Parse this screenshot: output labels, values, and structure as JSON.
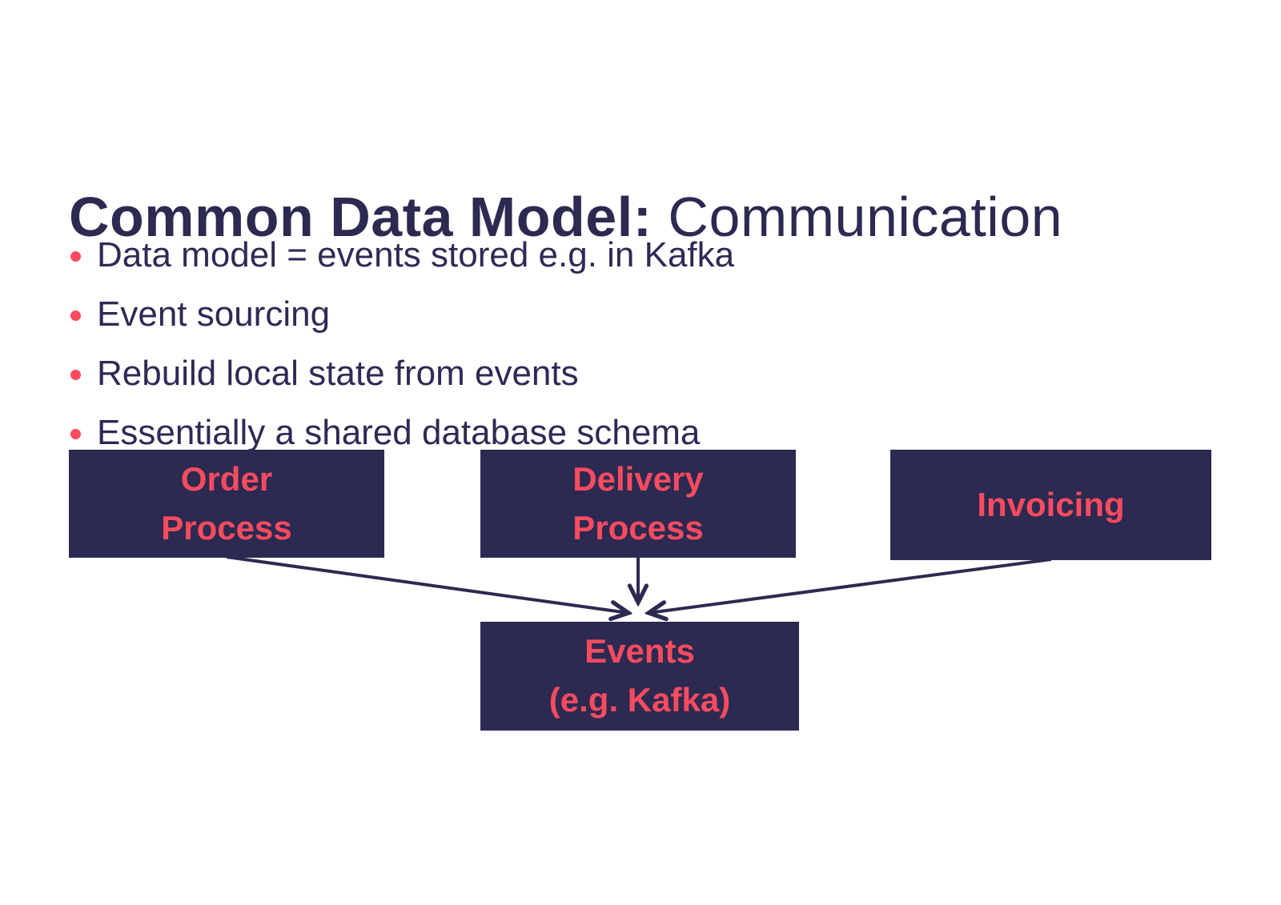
{
  "slide": {
    "title": {
      "bold_part": "Common Data Model:",
      "light_part": "Communication"
    },
    "bullets": [
      "Data model = events stored e.g. in Kafka",
      "Event sourcing",
      "Rebuild local state from events",
      "Essentially a shared database schema"
    ],
    "diagram": {
      "boxes": {
        "order": "Order\nProcess",
        "delivery": "Delivery\nProcess",
        "invoicing": "Invoicing",
        "events": "Events\n(e.g. Kafka)"
      },
      "arrows": [
        "order-to-events",
        "delivery-to-events",
        "invoicing-to-events"
      ]
    },
    "colors": {
      "navy": "#2C2A51",
      "pink": "#FA4B5F",
      "background": "#FFFFFF"
    }
  }
}
